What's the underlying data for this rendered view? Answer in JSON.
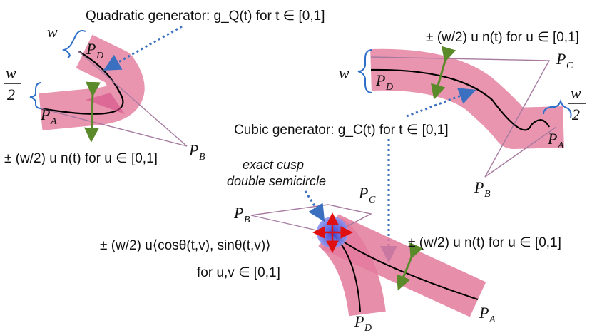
{
  "labels": {
    "quad_generator": "Quadratic generator: g_Q(t) for t ∈ [0,1]",
    "cubic_generator": "Cubic generator: g_C(t) for t ∈ [0,1]",
    "offset_top": "± (w/2) u n(t) for u ∈ [0,1]",
    "offset_left": "± (w/2) u n(t) for u ∈ [0,1]",
    "offset_bottom": "± (w/2) u n(t) for u ∈ [0,1]",
    "cusp_formula": "± (w/2) u⟨cosθ(t,v), sinθ(t,v)⟩",
    "cusp_range": "for u,v ∈ [0,1]",
    "exact_cusp_1": "exact cusp",
    "exact_cusp_2": "double semicircle",
    "w": "w",
    "w_half_num": "w",
    "w_half_den": "2"
  },
  "points": {
    "pa": "P",
    "pb": "P",
    "pc": "P",
    "pd": "P",
    "sub_a": "A",
    "sub_b": "B",
    "sub_c": "C",
    "sub_d": "D"
  },
  "colors": {
    "stroke_band": "#e37a9c",
    "centerline": "#000000",
    "control_poly": "#a67aa0",
    "brace": "#2d6fc9",
    "dotted_arrow": "#3b6fbf",
    "offset_arrow": "#5a8a2a",
    "cusp_disc": "#4a57e0",
    "cusp_arrows": "#e01010"
  }
}
